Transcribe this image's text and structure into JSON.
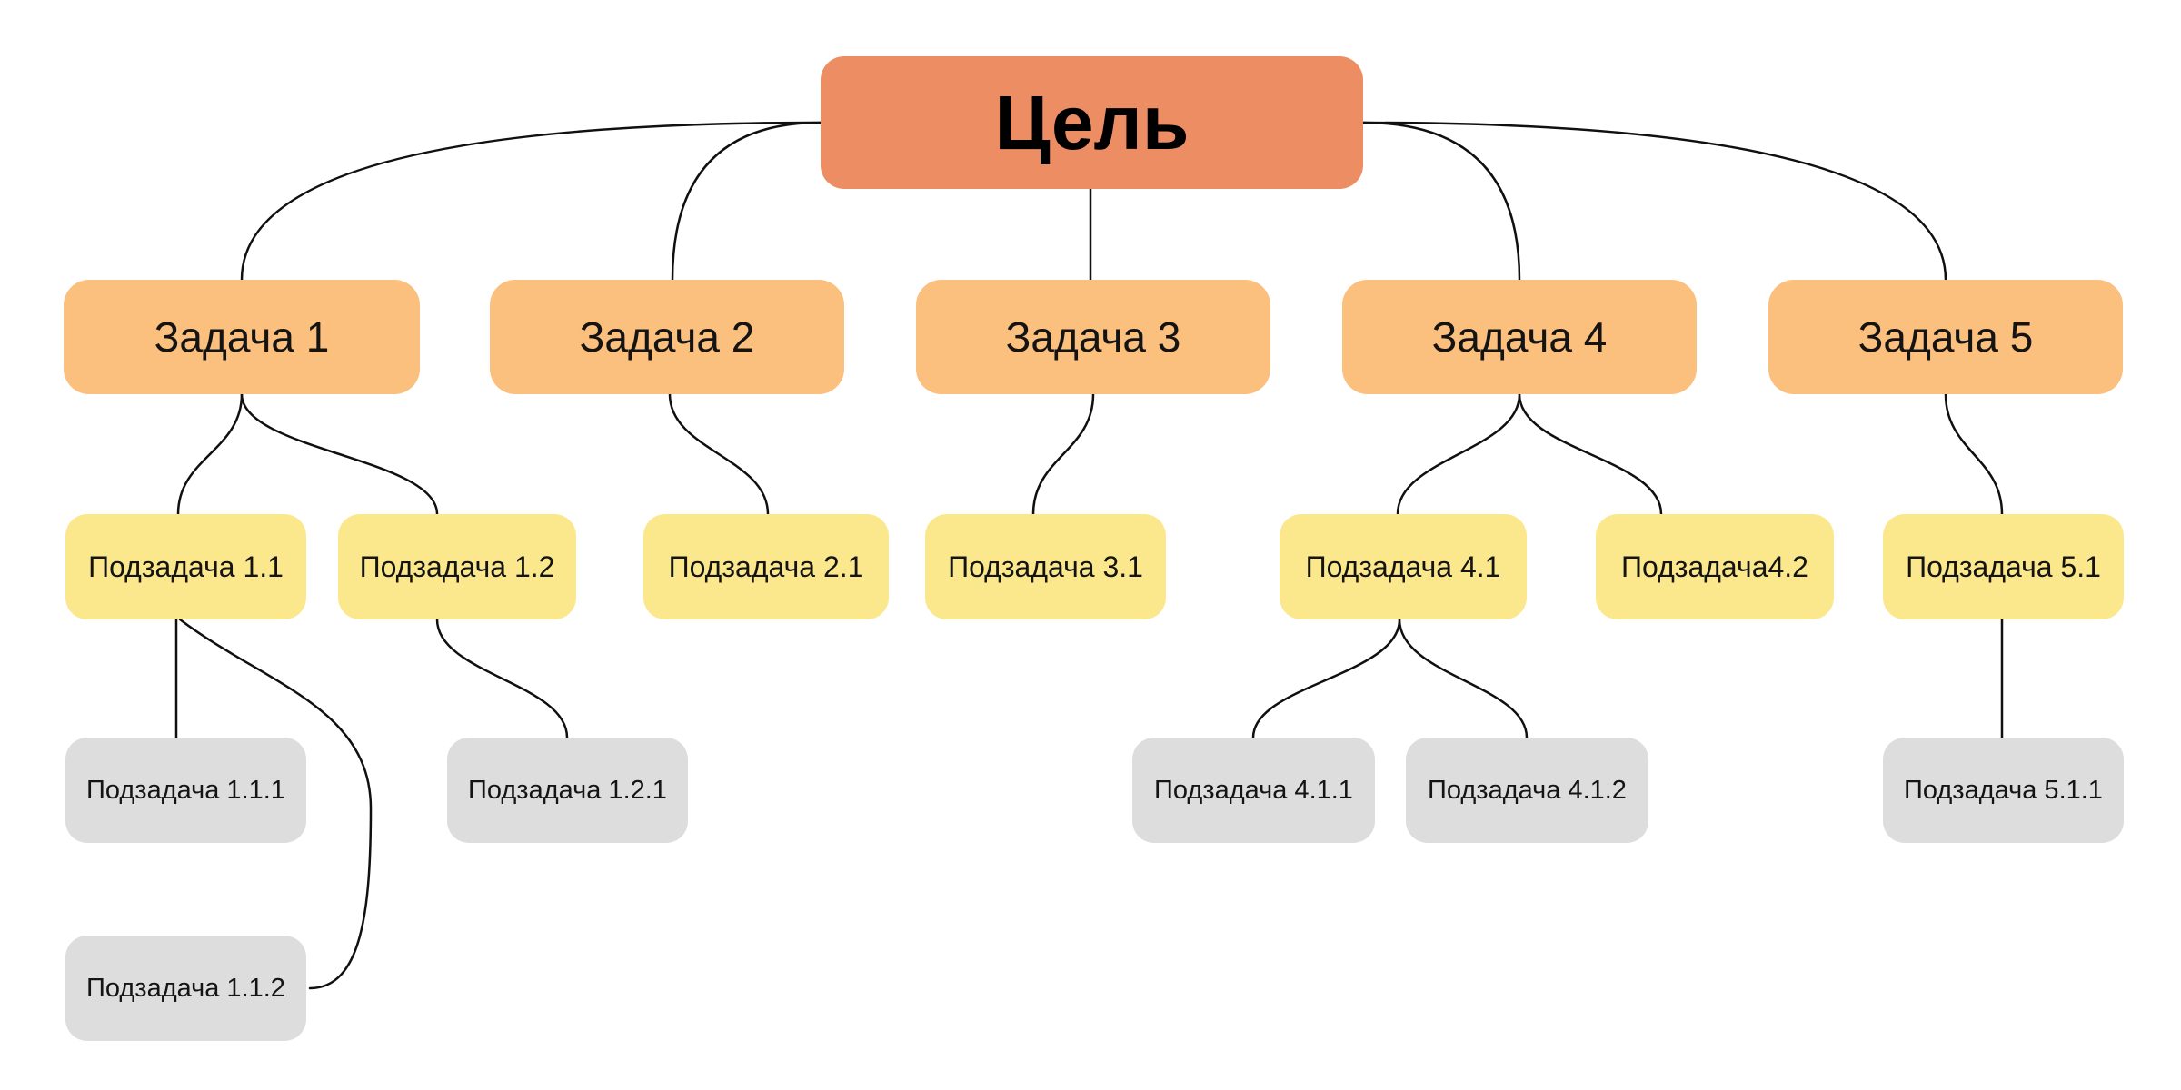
{
  "diagram": {
    "type": "tree",
    "background_color": "#ffffff",
    "connector_color": "#101010",
    "level_colors": {
      "goal_fill": "#ED8D64",
      "task_fill": "#FBBF7E",
      "subtask_fill": "#FBE88C",
      "subsubtask_fill": "#DDDDDD"
    },
    "nodes": {
      "goal": {
        "label": "Цель",
        "level": 0
      },
      "task1": {
        "label": "Задача 1",
        "level": 1
      },
      "task2": {
        "label": "Задача 2",
        "level": 1
      },
      "task3": {
        "label": "Задача 3",
        "level": 1
      },
      "task4": {
        "label": "Задача 4",
        "level": 1
      },
      "task5": {
        "label": "Задача 5",
        "level": 1
      },
      "subtask1_1": {
        "label": "Подзадача 1.1",
        "level": 2
      },
      "subtask1_2": {
        "label": "Подзадача 1.2",
        "level": 2
      },
      "subtask2_1": {
        "label": "Подзадача 2.1",
        "level": 2
      },
      "subtask3_1": {
        "label": "Подзадача 3.1",
        "level": 2
      },
      "subtask4_1": {
        "label": "Подзадача 4.1",
        "level": 2
      },
      "subtask4_2": {
        "label": "Подзадача4.2",
        "level": 2
      },
      "subtask5_1": {
        "label": "Подзадача 5.1",
        "level": 2
      },
      "subtask1_1_1": {
        "label": "Подзадача 1.1.1",
        "level": 3
      },
      "subtask1_1_2": {
        "label": "Подзадача 1.1.2",
        "level": 3
      },
      "subtask1_2_1": {
        "label": "Подзадача 1.2.1",
        "level": 3
      },
      "subtask4_1_1": {
        "label": "Подзадача 4.1.1",
        "level": 3
      },
      "subtask4_1_2": {
        "label": "Подзадача 4.1.2",
        "level": 3
      },
      "subtask5_1_1": {
        "label": "Подзадача 5.1.1",
        "level": 3
      }
    },
    "edges": [
      {
        "from": "goal",
        "to": "task1"
      },
      {
        "from": "goal",
        "to": "task2"
      },
      {
        "from": "goal",
        "to": "task3"
      },
      {
        "from": "goal",
        "to": "task4"
      },
      {
        "from": "goal",
        "to": "task5"
      },
      {
        "from": "task1",
        "to": "subtask1_1"
      },
      {
        "from": "task1",
        "to": "subtask1_2"
      },
      {
        "from": "task2",
        "to": "subtask2_1"
      },
      {
        "from": "task3",
        "to": "subtask3_1"
      },
      {
        "from": "task4",
        "to": "subtask4_1"
      },
      {
        "from": "task4",
        "to": "subtask4_2"
      },
      {
        "from": "task5",
        "to": "subtask5_1"
      },
      {
        "from": "subtask1_1",
        "to": "subtask1_1_1"
      },
      {
        "from": "subtask1_1",
        "to": "subtask1_1_2"
      },
      {
        "from": "subtask1_2",
        "to": "subtask1_2_1"
      },
      {
        "from": "subtask4_1",
        "to": "subtask4_1_1"
      },
      {
        "from": "subtask4_1",
        "to": "subtask4_1_2"
      },
      {
        "from": "subtask5_1",
        "to": "subtask5_1_1"
      }
    ]
  }
}
